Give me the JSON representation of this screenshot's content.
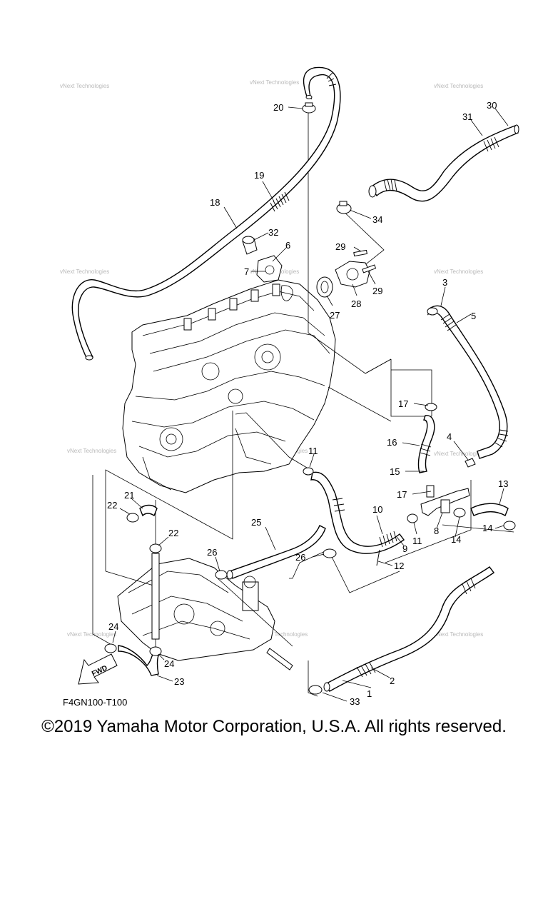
{
  "diagram_code": "F4GN100-T100",
  "fwd_label": "FWD",
  "watermark": "vNext Technologies",
  "copyright": "©2019 Yamaha Motor Corporation, U.S.A. All rights reserved.",
  "callouts": [
    "1",
    "2",
    "3",
    "4",
    "5",
    "6",
    "7",
    "8",
    "9",
    "10",
    "11",
    "11",
    "12",
    "13",
    "14",
    "14",
    "15",
    "16",
    "17",
    "17",
    "18",
    "19",
    "20",
    "21",
    "22",
    "22",
    "23",
    "24",
    "24",
    "25",
    "26",
    "26",
    "27",
    "28",
    "29",
    "29",
    "30",
    "31",
    "32",
    "33",
    "34"
  ]
}
